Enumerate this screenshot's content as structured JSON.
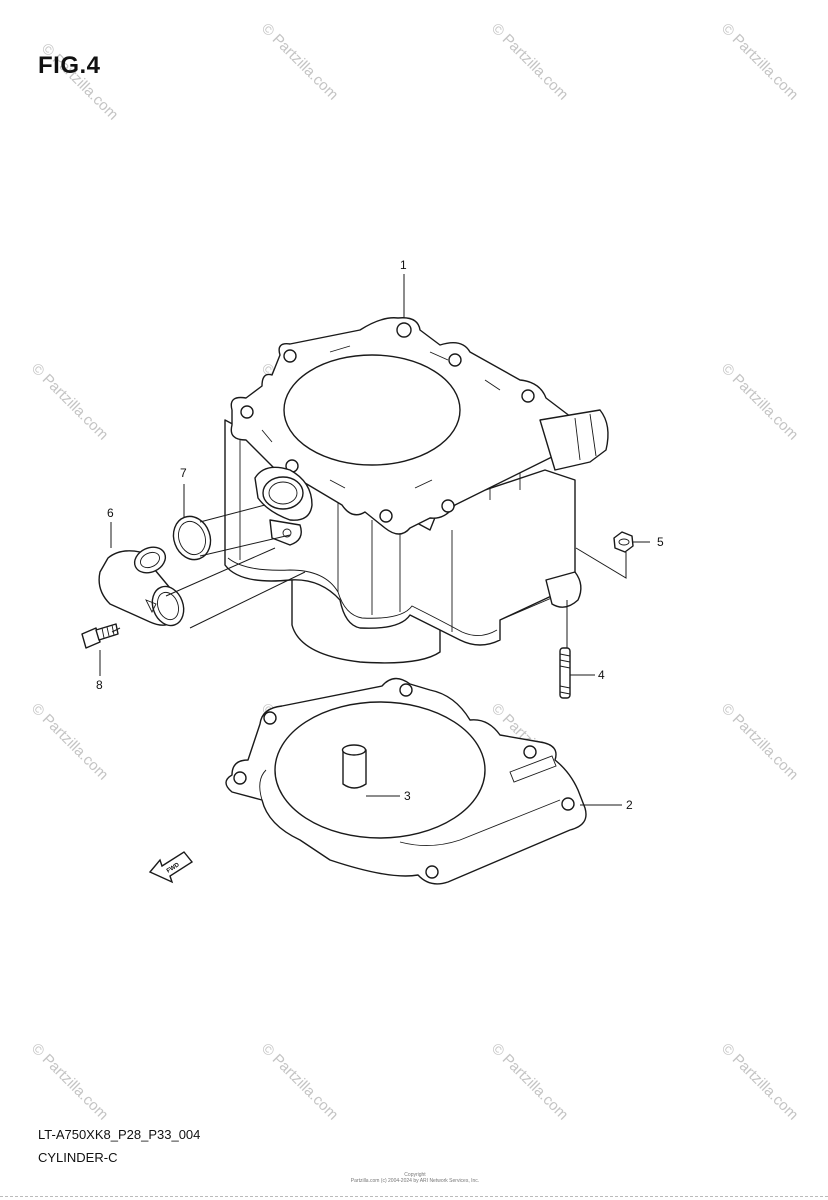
{
  "figure": {
    "title": "FIG.4"
  },
  "footer": {
    "code": "LT-A750XK8_P28_P33_004",
    "name": "CYLINDER-C"
  },
  "copyright": {
    "line1": "Copyright",
    "line2": "Partzilla.com (c) 2004-2024 by ARI Network Services, Inc."
  },
  "watermark": {
    "text": "© Partzilla.com"
  },
  "callouts": [
    {
      "number": "1"
    },
    {
      "number": "2"
    },
    {
      "number": "3"
    },
    {
      "number": "4"
    },
    {
      "number": "5"
    },
    {
      "number": "6"
    },
    {
      "number": "7"
    },
    {
      "number": "8"
    }
  ],
  "fwd_label": "FWD"
}
